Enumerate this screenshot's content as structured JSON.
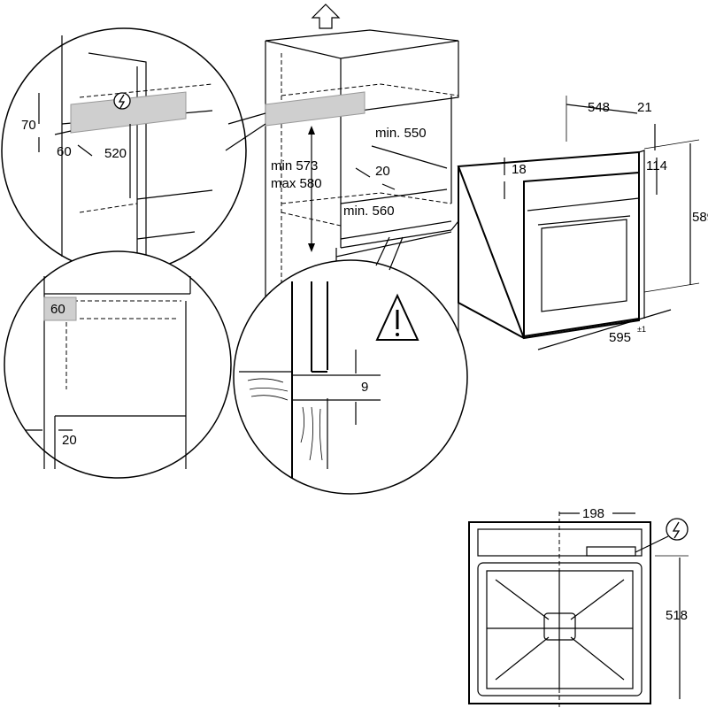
{
  "labels": {
    "d70": "70",
    "d60_top": "60",
    "d520": "520",
    "d60_box": "60",
    "d20_bottom": "20",
    "dmin573": "min 573",
    "dmax580": "max 580",
    "dmin550": "min. 550",
    "d20_inner": "20",
    "dmin560": "min. 560",
    "d9": "9",
    "d548": "548",
    "d21": "21",
    "d18": "18",
    "d114": "114",
    "d589": "589",
    "d595": "595",
    "d595_tol": "±1",
    "d198": "198",
    "d518": "518"
  },
  "icons": [
    "up-arrow-icon",
    "electric-connection-icon",
    "warning-icon"
  ]
}
